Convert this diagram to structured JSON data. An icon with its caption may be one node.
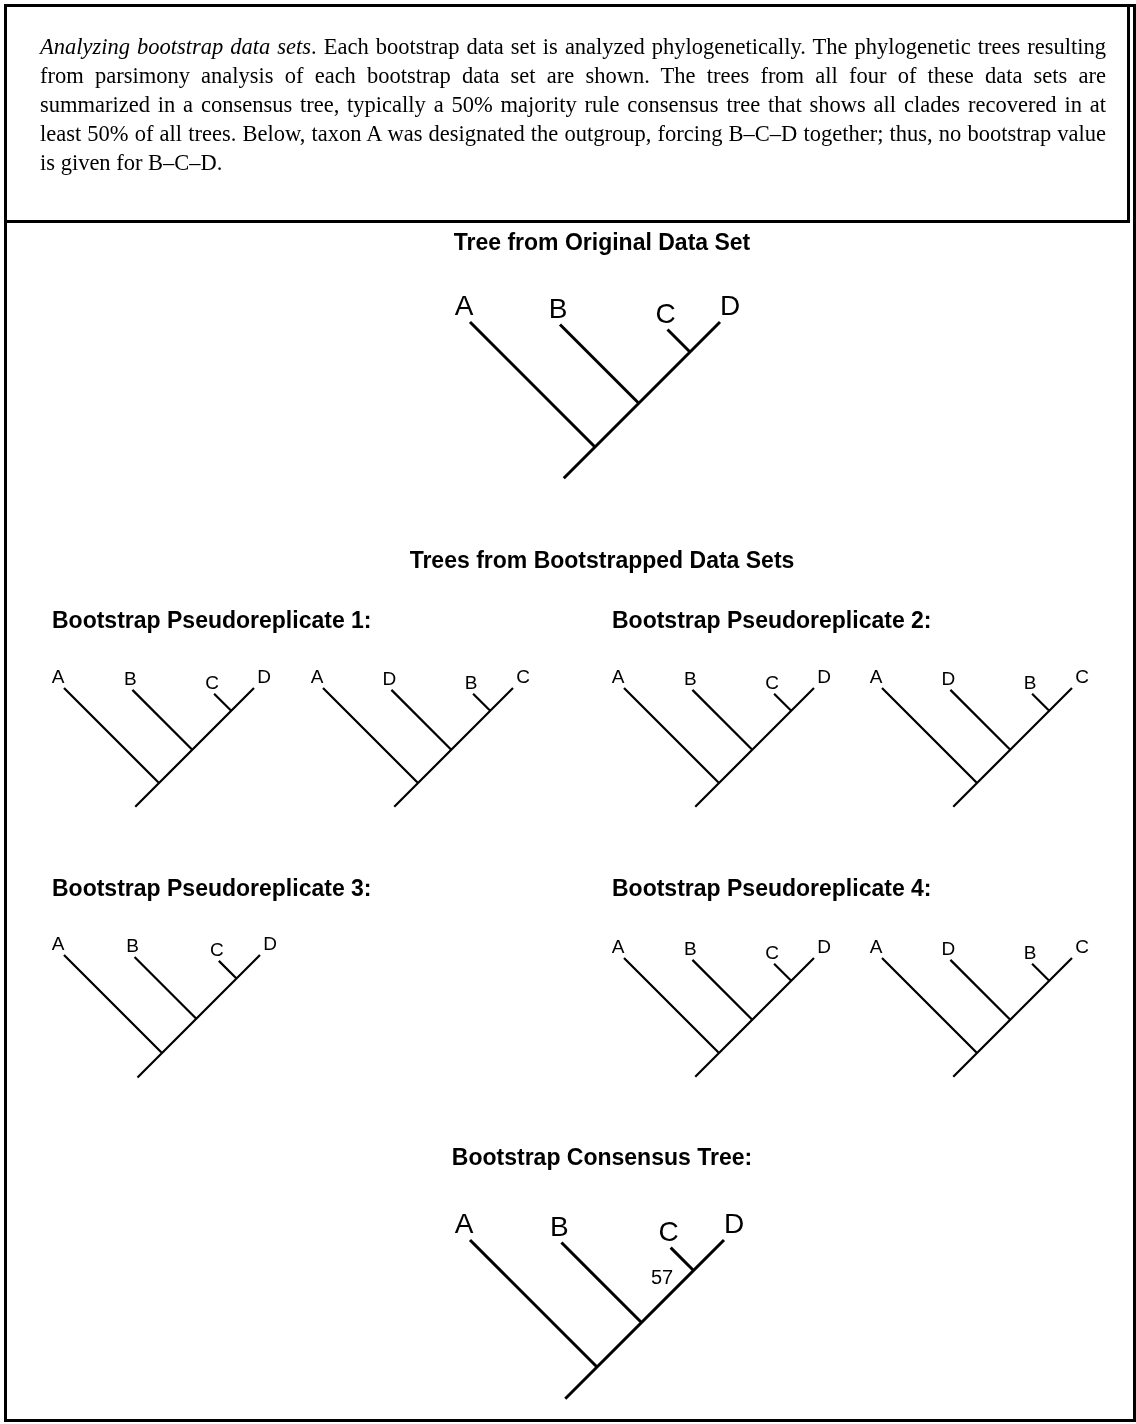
{
  "diagram": {
    "caption": "*Analyzing bootstrap data sets*. Each bootstrap data set is analyzed phylogenetically. The phylogenetic trees resulting from parsimony analysis of each bootstrap data set are shown. The trees from all four of these data sets are summarized in a consensus tree, typically a 50% majority rule consensus tree that shows all clades recovered in at least 50% of all trees. Below, taxon A was designated the outgroup, forcing B–C–D together; thus, no bootstrap value is given for B–C–D.",
    "labels": [
      "Tree from Original Data Set",
      "A",
      "B",
      "C",
      "D",
      "Trees from Bootstrapped Data Sets",
      "Bootstrap Pseudoreplicate 1:",
      "Bootstrap Pseudoreplicate 2:",
      "A",
      "B",
      "C",
      "D",
      "A",
      "D",
      "B",
      "C",
      "A",
      "B",
      "C",
      "D",
      "A",
      "D",
      "B",
      "C",
      "Bootstrap Pseudoreplicate 3:",
      "Bootstrap Pseudoreplicate 4:",
      "A",
      "B",
      "C",
      "D",
      "A",
      "B",
      "C",
      "D",
      "A",
      "D",
      "B",
      "C",
      "Bootstrap Consensus Tree:",
      "A",
      "B",
      "C",
      "D",
      "57"
    ]
  }
}
